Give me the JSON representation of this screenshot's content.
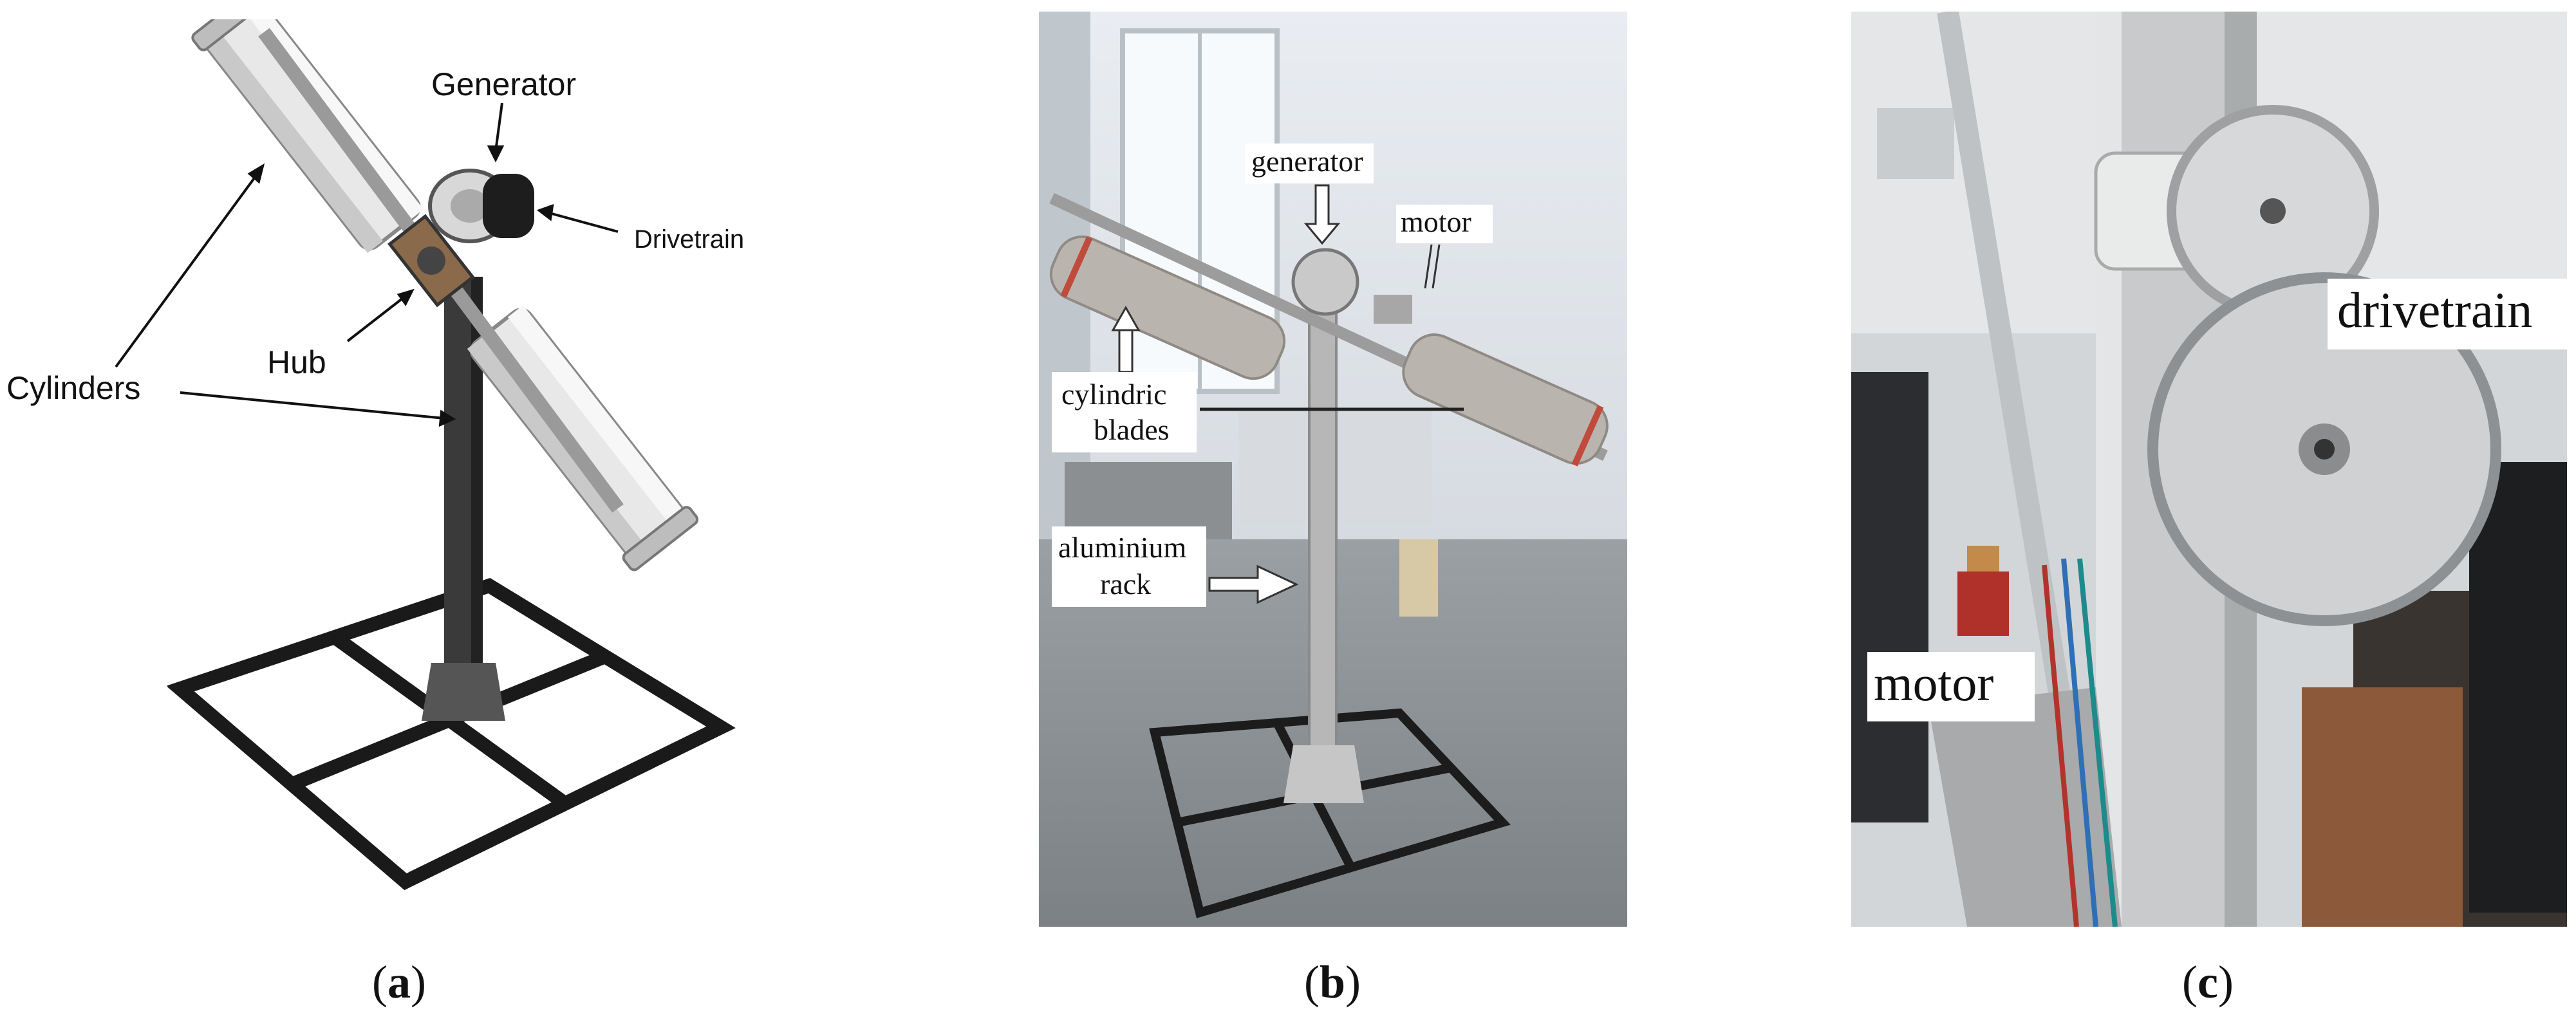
{
  "figure": {
    "panel_a": {
      "labels": {
        "generator": "Generator",
        "drivetrain": "Drivetrain",
        "cylinders": "Cylinders",
        "hub": "Hub"
      },
      "caption": {
        "open": "(",
        "letter": "a",
        "close": ")"
      }
    },
    "panel_b": {
      "labels": {
        "generator": "generator",
        "motor": "motor",
        "cylindric_line1": "cylindric",
        "cylindric_line2": "blades",
        "aluminium_line1": "aluminium",
        "aluminium_line2": "rack"
      },
      "caption": {
        "open": "(",
        "letter": "b",
        "close": ")"
      }
    },
    "panel_c": {
      "labels": {
        "drivetrain": "drivetrain",
        "motor": "motor"
      },
      "caption": {
        "open": "(",
        "letter": "c",
        "close": ")"
      }
    }
  }
}
